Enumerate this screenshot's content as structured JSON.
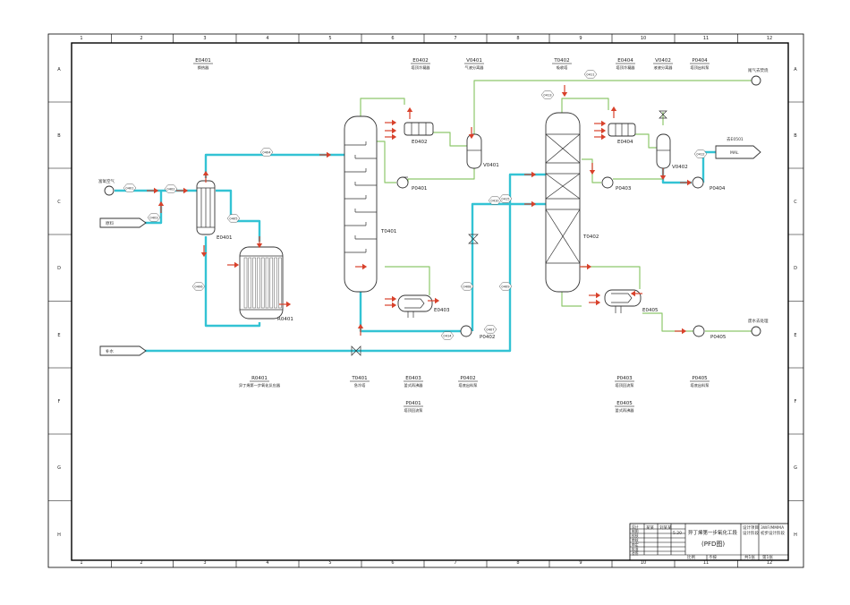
{
  "frame": {
    "col_labels": [
      "1",
      "2",
      "3",
      "4",
      "5",
      "6",
      "7",
      "8",
      "9",
      "10",
      "11",
      "12"
    ],
    "row_labels": [
      "A",
      "B",
      "C",
      "D",
      "E",
      "F",
      "G",
      "H"
    ]
  },
  "header_tags": [
    {
      "id": "E0401",
      "desc": "换热器"
    },
    {
      "id": "E0402",
      "desc": "塔顶冷凝器"
    },
    {
      "id": "V0401",
      "desc": "气液分离器"
    },
    {
      "id": "T0402",
      "desc": "吸收塔"
    },
    {
      "id": "E0404",
      "desc": "塔顶冷凝器"
    },
    {
      "id": "V0402",
      "desc": "液液分离器"
    },
    {
      "id": "P0404",
      "desc": "塔顶出料泵"
    }
  ],
  "footer_tags": [
    {
      "id": "R0401",
      "desc": "异丁烯第一步氧化反应器"
    },
    {
      "id": "T0401",
      "desc": "急冷塔"
    },
    {
      "id": "E0403",
      "desc": "釜式再沸器"
    },
    {
      "id": "P0402",
      "desc": "塔底出料泵"
    },
    {
      "id": "P0401",
      "desc": "塔顶回流泵"
    },
    {
      "id": "P0403",
      "desc": "塔顶回流泵"
    },
    {
      "id": "E0405",
      "desc": "釜式再沸器"
    },
    {
      "id": "P0405",
      "desc": "塔底出料泵"
    }
  ],
  "equipment_labels": {
    "e0401": "E0401",
    "r0401": "R0401",
    "t0401": "T0401",
    "e0402": "E0402",
    "v0401": "V0401",
    "p0401": "P0401",
    "e0403": "E0403",
    "p0402": "P0402",
    "t0402": "T0402",
    "e0404": "E0404",
    "v0402": "V0402",
    "p0403": "P0403",
    "p0404": "P0404",
    "e0405": "E0405",
    "p0405": "P0405"
  },
  "streams": {
    "air_in": "富氧空气",
    "feed_in": "原料",
    "water_in": "补水",
    "vent_out": "尾气去焚烧",
    "product_to": "去E0501",
    "product_name": "MAL",
    "wastewater_out": "废水去处理"
  },
  "title_block": {
    "project": "异丁烯第一步氧化工段",
    "drawing_name": "(PFD图)",
    "scale_label": "比例",
    "scale_value": "不按",
    "sheet_label": "共1张",
    "sheet_no": "第1张",
    "stage": "设计阶段",
    "code": "3WF/MMMA",
    "unit": "设计项目",
    "design_stage_value": "初步设计阶段",
    "date": "5.20",
    "rows": [
      "设计",
      "制图",
      "校核",
      "审核",
      "审定",
      "批准",
      "会签"
    ],
    "names": [
      "某某",
      "刘某某"
    ]
  },
  "flow_tags": [
    "0401",
    "0402",
    "0403",
    "0404",
    "0405",
    "0406",
    "0407",
    "0408",
    "0409",
    "0410",
    "0411",
    "0412",
    "0413",
    "0414",
    "0415"
  ],
  "colors": {
    "main_stream": "#33c3d4",
    "utility_stream": "#8ec86c",
    "arrow": "#d8412b"
  }
}
